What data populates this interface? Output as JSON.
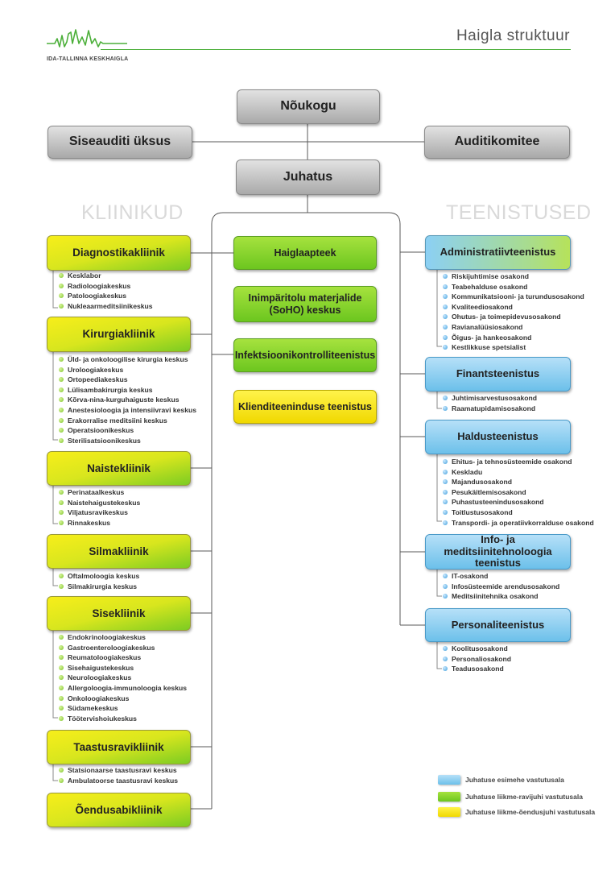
{
  "logo": {
    "text": "IDA-TALLINNA KESKHAIGLA",
    "icon": "city-skyline-heartbeat-icon"
  },
  "header": {
    "title": "Haigla struktuur"
  },
  "top": {
    "board": "Nõukogu",
    "internal_audit": "Siseauditi üksus",
    "audit_committee": "Auditikomitee",
    "management": "Juhatus"
  },
  "sections": {
    "clinics": "KLIINIKUD",
    "services": "TEENISTUSED"
  },
  "clinics": [
    {
      "name": "Diagnostikakliinik",
      "items": [
        "Kesklabor",
        "Radioloogiakeskus",
        "Patoloogiakeskus",
        "Nukleaarmeditsiinikeskus"
      ]
    },
    {
      "name": "Kirurgiakliinik",
      "items": [
        "Üld- ja onkoloogilise kirurgia keskus",
        "Uroloogiakeskus",
        "Ortopeediakeskus",
        "Lülisambakirurgia keskus",
        "Kõrva-nina-kurguhaiguste keskus",
        "Anestesioloogia ja intensiivravi keskus",
        "Erakorralise meditsiini keskus",
        "Operatsioonikeskus",
        "Sterilisatsioonikeskus"
      ]
    },
    {
      "name": "Naistekliinik",
      "items": [
        "Perinataalkeskus",
        "Naistehaigustekeskus",
        "Viljatusravikeskus",
        "Rinnakeskus"
      ]
    },
    {
      "name": "Silmakliinik",
      "items": [
        "Oftalmoloogia keskus",
        "Silmakirurgia keskus"
      ]
    },
    {
      "name": "Sisekliinik",
      "items": [
        "Endokrinoloogiakeskus",
        "Gastroenteroloogiakeskus",
        "Reumatoloogiakeskus",
        "Sisehaigustekeskus",
        "Neuroloogiakeskus",
        "Allergoloogia-immunoloogia keskus",
        "Onkoloogiakeskus",
        "Südamekeskus",
        "Töötervishoiukeskus"
      ]
    },
    {
      "name": "Taastusravikliinik",
      "items": [
        "Statsionaarse taastusravi keskus",
        "Ambulatoorse taastusravi keskus"
      ]
    },
    {
      "name": "Õendusabikliinik",
      "items": []
    }
  ],
  "middle": [
    "Haiglaapteek",
    "Inimpäritolu materjalide (SoHO) keskus",
    "Infektsioonikontrolliteenistus",
    "Kliendi­teeninduse teenistus"
  ],
  "services": [
    {
      "name": "Administratiivteenistus",
      "items": [
        "Riskijuhtimise osakond",
        "Teabehalduse osakond",
        "Kommunikatsiooni- ja turundusosakond",
        "Kvaliteediosakond",
        "Ohutus- ja toimepidevusosakond",
        "Ravianalüüsiosakond",
        "Õigus- ja hankeosakond",
        "Kestlikkuse spetsialist"
      ]
    },
    {
      "name": "Finantsteenistus",
      "items": [
        "Juhtimisarvestusosakond",
        "Raamatupidamisosakond"
      ]
    },
    {
      "name": "Haldusteenistus",
      "items": [
        "Ehitus- ja tehnosüsteemide osakond",
        "Keskladu",
        "Majandusosakond",
        "Pesukäitlemisosakond",
        "Puhastusteenindusosakond",
        "Toitlustusosakond",
        "Transpordi- ja operatiivkorralduse osakond"
      ]
    },
    {
      "name": "Info- ja meditsiinitehnoloogia teenistus",
      "items": [
        "IT-osakond",
        "Infosüsteemide arendusosakond",
        "Meditsiinitehnika osakond"
      ]
    },
    {
      "name": "Personaliteenistus",
      "items": [
        "Koolitusosakond",
        "Personaliosakond",
        "Teadusosakond"
      ]
    }
  ],
  "legend": [
    {
      "label": "Juhatuse esimehe vastutusala",
      "color": "#7cc8ee"
    },
    {
      "label": "Juhatuse liikme-ravijuhi vastutusala",
      "color": "#8fd63a"
    },
    {
      "label": "Juhatuse liikme-õendusjuhi vastutusala",
      "color": "#f6e41a"
    }
  ],
  "colors": {
    "accent": "#4caf3a",
    "connector": "#555555"
  }
}
